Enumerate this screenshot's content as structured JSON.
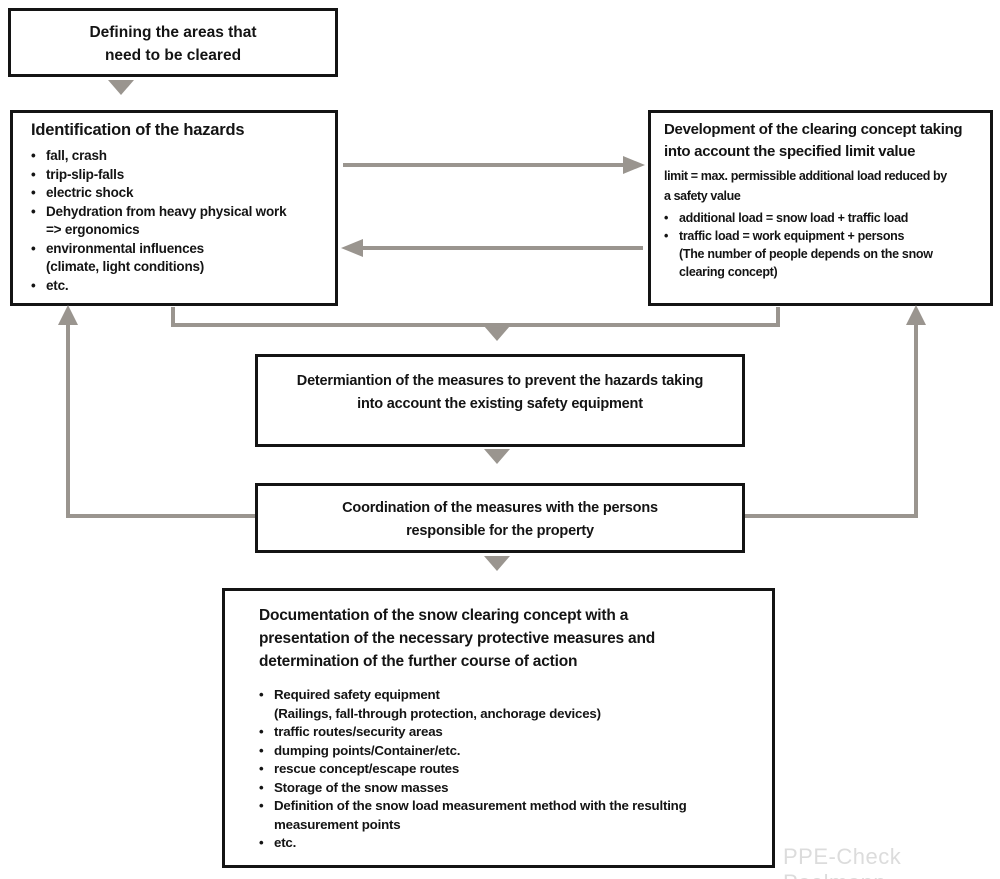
{
  "colors": {
    "box_border": "#141414",
    "arrow": "#9a958f",
    "watermark": "#dcdcdc",
    "text": "#141414",
    "background": "#ffffff"
  },
  "bullet_glyph": "•",
  "watermark": "PPE-Check Poelmann",
  "boxes": {
    "defining": {
      "text": "Defining the areas that\nneed to be cleared"
    },
    "identification": {
      "title": "Identification of the hazards",
      "bullets": [
        "fall, crash",
        "trip-slip-falls",
        "electric shock",
        "Dehydration from heavy physical work\n=> ergonomics",
        "environmental influences\n(climate, light conditions)",
        "etc."
      ]
    },
    "development": {
      "title": "Development of the clearing concept\ntaking into account the specified limit\nvalue",
      "subtitle": "limit = max. permissible additional load reduced by\na safety value",
      "bullets": [
        "additional load = snow load + traffic load",
        "traffic load = work equipment + persons\n(The number of people depends on the snow\nclearing concept)"
      ]
    },
    "determination": {
      "text": "Determiantion of the measures to prevent the hazards taking\ninto account the existing safety equipment"
    },
    "coordination": {
      "text": "Coordination of the measures with the persons\nresponsible for the property"
    },
    "documentation": {
      "title": "Documentation of the snow clearing concept with a\npresentation of the necessary protective measures and\ndetermination of the further course of action",
      "bullets": [
        "Required safety equipment\n(Railings, fall-through protection, anchorage devices)",
        "traffic routes/security areas",
        "dumping points/Container/etc.",
        "rescue concept/escape routes",
        "Storage of the snow masses",
        "Definition of the snow load measurement method with the resulting\nmeasurement points",
        "etc."
      ]
    }
  }
}
